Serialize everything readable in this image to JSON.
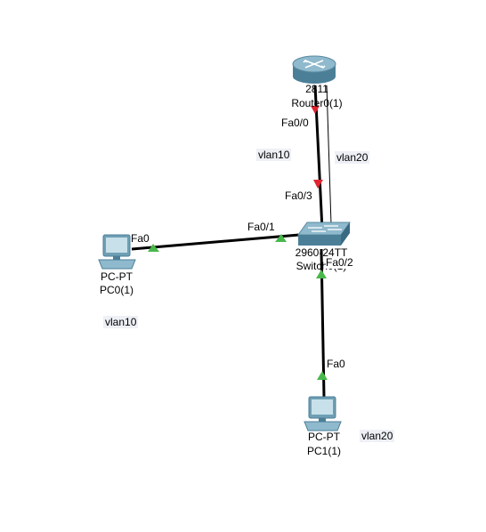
{
  "devices": {
    "router": {
      "model": "2811",
      "name": "Router0(1)"
    },
    "switch": {
      "model": "2960-24TT",
      "name": "Switch0(1)"
    },
    "pc0": {
      "model": "PC-PT",
      "name": "PC0(1)"
    },
    "pc1": {
      "model": "PC-PT",
      "name": "PC1(1)"
    }
  },
  "ports": {
    "router_fa00": "Fa0/0",
    "switch_fa03": "Fa0/3",
    "switch_fa01": "Fa0/1",
    "switch_fa02": "Fa0/2",
    "pc0_fa0": "Fa0",
    "pc1_fa0": "Fa0"
  },
  "notes": {
    "vlan10_link": "vlan10",
    "vlan20_link": "vlan20",
    "vlan10_pc0": "vlan10",
    "vlan20_pc1": "vlan20"
  },
  "colors": {
    "link_up": "#49b84a",
    "link_down": "#e0242f",
    "cable": "#000000",
    "device_body": "#5b8fa6",
    "label_bg": "#eef0f6"
  }
}
